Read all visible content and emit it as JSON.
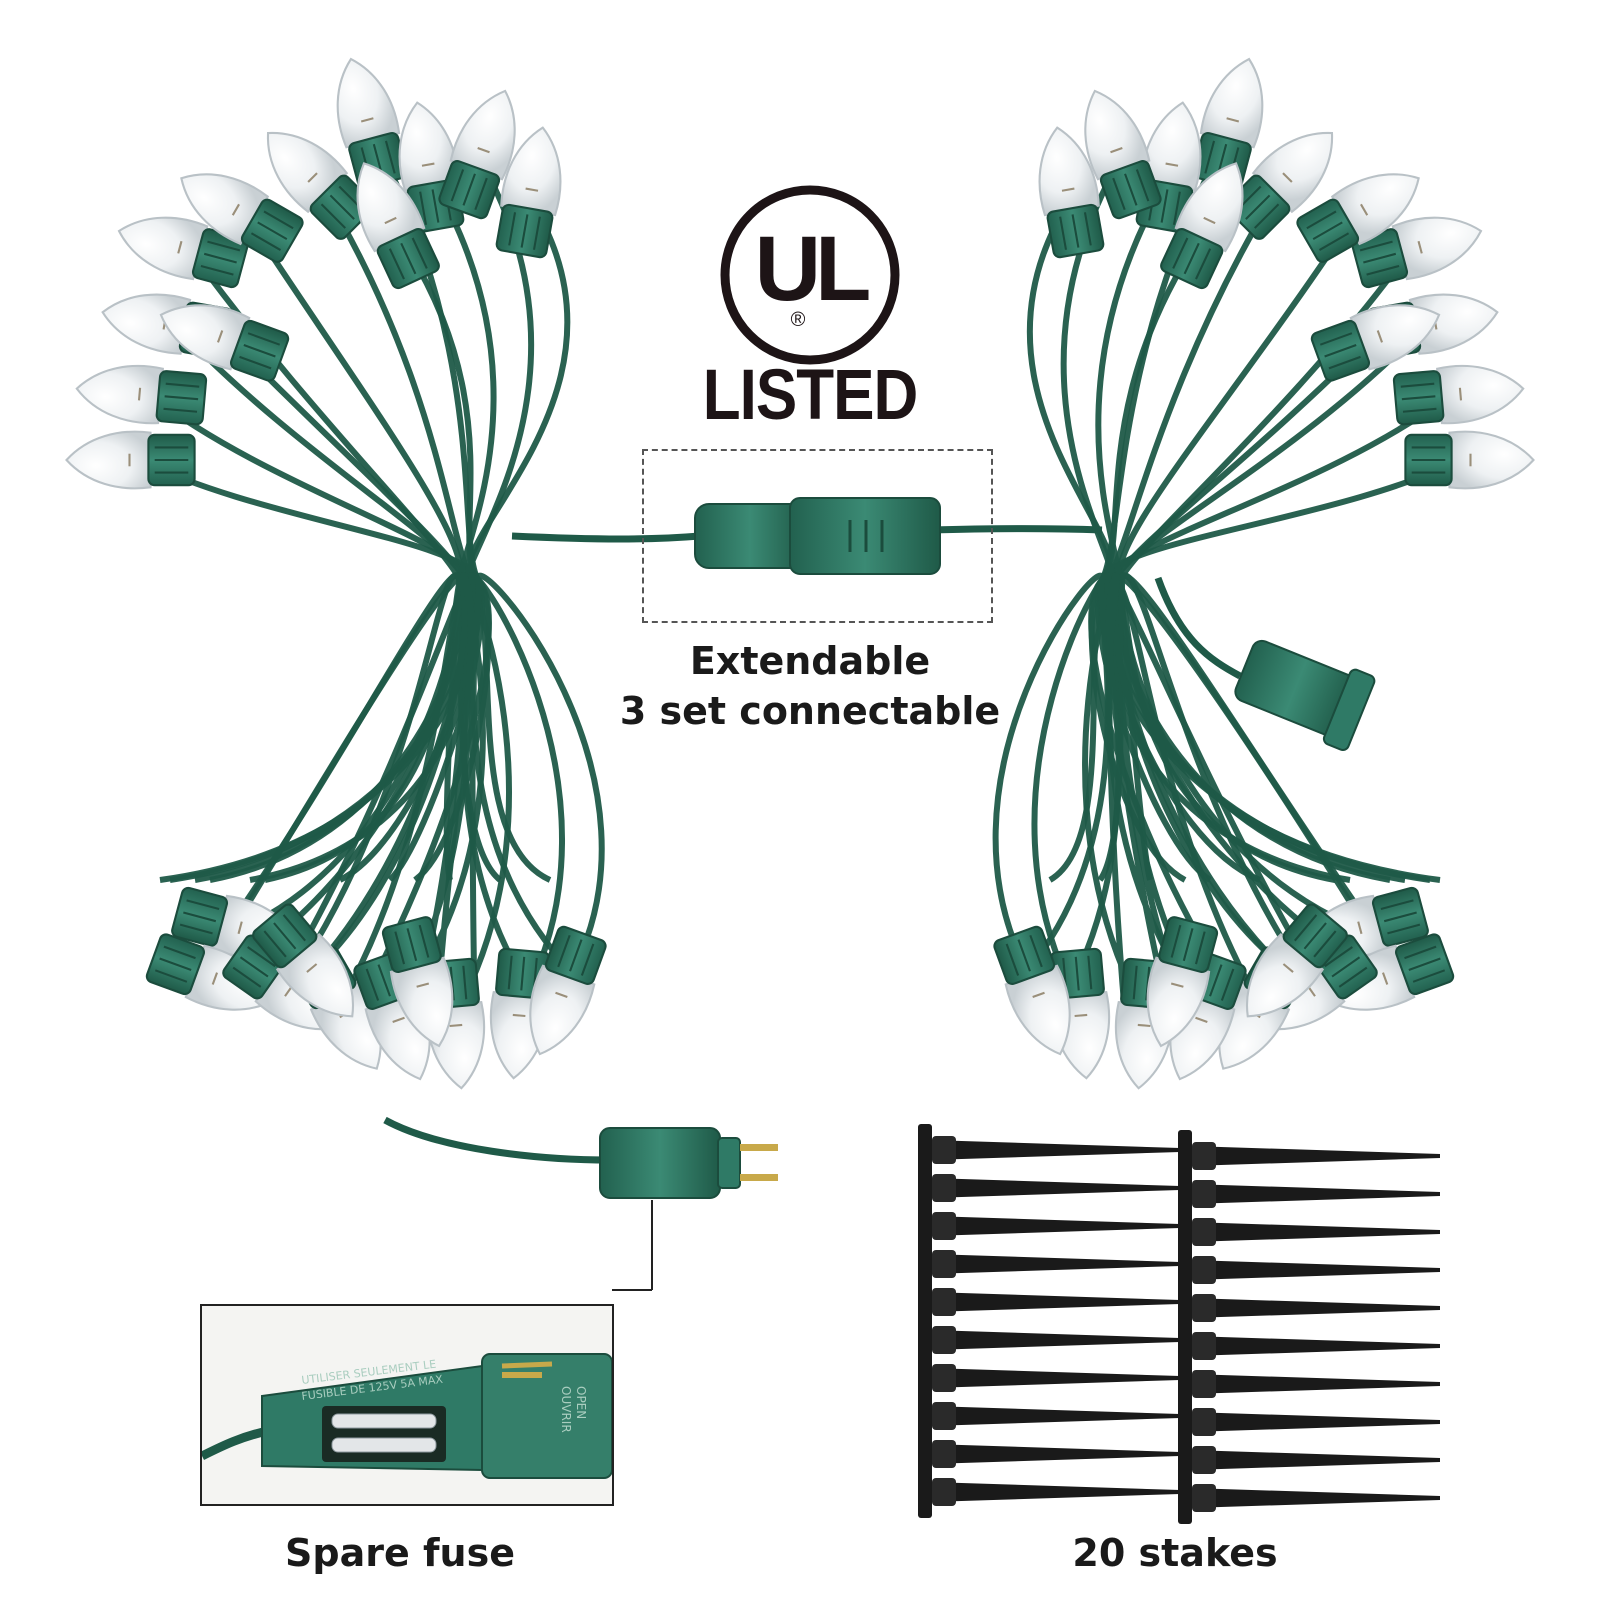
{
  "product": {
    "cert_logo": {
      "letters": "UL",
      "registered_mark": "®",
      "label": "LISTED"
    },
    "captions": {
      "extend_line1": "Extendable",
      "extend_line2": "3 set connectable",
      "fuse": "Spare fuse",
      "stakes": "20 stakes"
    },
    "fuse_plug_print": {
      "text_line1": "UTILISER SEULEMENT LE",
      "text_line2": "FUSIBLE DE 125V 5A MAX",
      "open_label": "OPEN",
      "ouvrir_label": "OUVRIR"
    },
    "colors": {
      "wire_green": "#1f5a48",
      "socket_green": "#2f7a66",
      "bulb_glass": "#eef1f3",
      "stake_black": "#1a1a1a",
      "text": "#1a1a1a"
    },
    "stake_count": 20
  }
}
